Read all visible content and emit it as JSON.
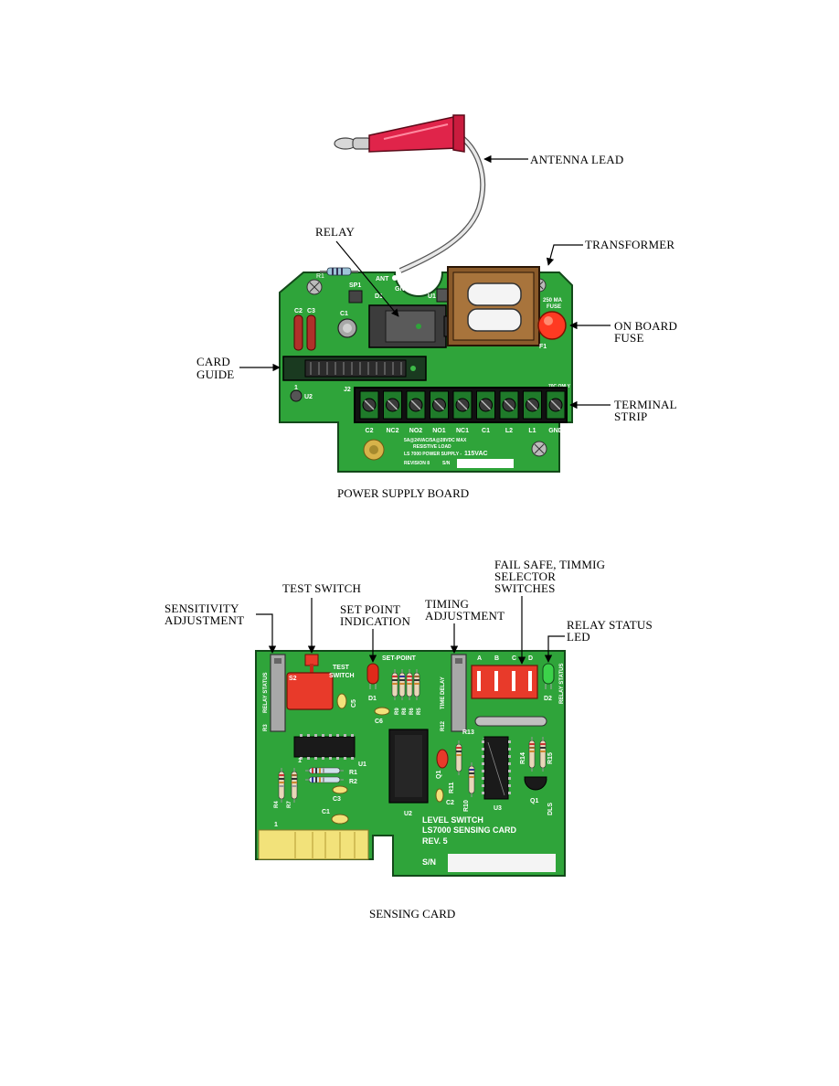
{
  "power_supply": {
    "caption": "POWER SUPPLY BOARD",
    "callouts": {
      "antenna_lead": "ANTENNA LEAD",
      "relay": "RELAY",
      "transformer": "TRANSFORMER",
      "on_board_fuse_1": "ON BOARD",
      "on_board_fuse_2": "FUSE",
      "card_guide_1": "CARD",
      "card_guide_2": "GUIDE",
      "terminal_strip_1": "TERMINAL",
      "terminal_strip_2": "STRIP"
    },
    "silk": {
      "r1": "R1",
      "ant": "ANT",
      "gnd": "GND",
      "sp1": "SP1",
      "u1": "U1",
      "d1": "D1",
      "c2": "C2",
      "c3": "C3",
      "c1": "C1",
      "fuse_rating_1": "250 MA",
      "fuse_rating_2": "FUSE",
      "f1": "F1",
      "j2": "J2",
      "u2": "U2",
      "pin1": "1",
      "rating_note": "70C ONLY",
      "spec_line_1": "5A@24VAC/5A@28VDC MAX",
      "spec_line_2": "RESISTIVE LOAD",
      "spec_line_3": "LS 7000 POWER SUPPLY -",
      "voltage": "115VAC",
      "revision": "REVISION 8",
      "sn": "S/N"
    },
    "terminals": [
      "C2",
      "NC2",
      "NO2",
      "NO1",
      "NC1",
      "C1",
      "L2",
      "L1",
      "GND"
    ]
  },
  "sensing_card": {
    "caption": "SENSING CARD",
    "callouts": {
      "fail_safe_1": "FAIL SAFE, TIMMIG",
      "fail_safe_2": "SELECTOR",
      "fail_safe_3": "SWITCHES",
      "test_switch": "TEST SWITCH",
      "sensitivity_1": "SENSITIVITY",
      "sensitivity_2": "ADJUSTMENT",
      "set_point_1": "SET POINT",
      "set_point_2": "INDICATION",
      "timing_1": "TIMING",
      "timing_2": "ADJUSTMENT",
      "relay_status_1": "RELAY STATUS",
      "relay_status_2": "LED"
    },
    "silk": {
      "relay_status_left": "RELAY STATUS",
      "r3": "R3",
      "s2": "S2",
      "test_1": "TEST",
      "test_2": "SWITCH",
      "c5": "C5",
      "set_point": "SET-POINT",
      "d1": "D1",
      "r9": "R9",
      "r8": "R8",
      "r6": "R6",
      "r5": "R5",
      "c6": "C6",
      "time_delay": "TIME DELAY",
      "r12": "R12",
      "r13": "R13",
      "sw_a": "A",
      "sw_b": "B",
      "sw_c": "C",
      "sw_d": "D",
      "d2": "D2",
      "relay_status_right": "RELAY STATUS",
      "u1": "U1",
      "r1": "R1",
      "r2": "R2",
      "c3": "C3",
      "r4": "R4",
      "r7": "R7",
      "c1": "C1",
      "u2": "U2",
      "q1a": "Q1",
      "r11": "R11",
      "r10": "R10",
      "c2": "C2",
      "u3": "U3",
      "r14": "R14",
      "r15": "R15",
      "q1b": "Q1",
      "dls": "DLS",
      "pin1": "1",
      "board_title_1": "LEVEL SWITCH",
      "board_title_2": "LS7000 SENSING CARD",
      "board_rev": "REV. 5",
      "sn": "S/N"
    }
  },
  "colors": {
    "pcb_green": "#2fa43a",
    "pcb_dark": "#1f7a2a",
    "probe_red": "#e0244a",
    "component_red": "#e83a2a",
    "led_green": "#3cd24a",
    "gold": "#f2e27a",
    "gray_part": "#9a9a9a"
  }
}
